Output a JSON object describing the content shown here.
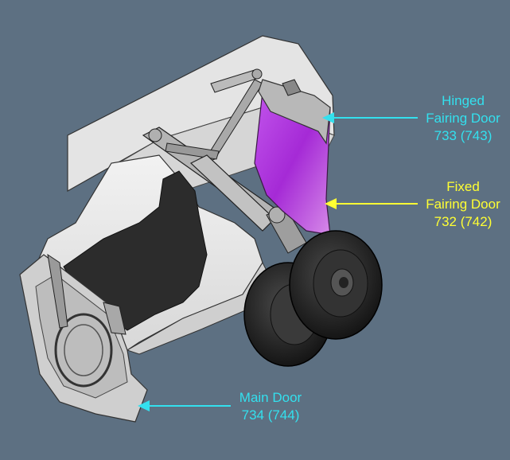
{
  "diagram": {
    "background_color": "#5d7082",
    "callouts": [
      {
        "id": "hinged-fairing-door",
        "lines": [
          "Hinged",
          "Fairing Door",
          "733 (743)"
        ],
        "color": "#33e0ee",
        "points_to": "hinged fairing door"
      },
      {
        "id": "fixed-fairing-door",
        "lines": [
          "Fixed",
          "Fairing Door",
          "732 (742)"
        ],
        "color": "#ffff33",
        "points_to": "fixed fairing door"
      },
      {
        "id": "main-door",
        "lines": [
          "Main Door",
          "734 (744)"
        ],
        "color": "#33e0ee",
        "points_to": "main door"
      }
    ],
    "part_colors": {
      "fixed_fairing_door": "#b040d8",
      "hinged_fairing_door": "#b8b8b8",
      "wheel_well": "#2c2c2c",
      "tire": "#1e1e1e",
      "structure": "#e6e6e6"
    }
  }
}
